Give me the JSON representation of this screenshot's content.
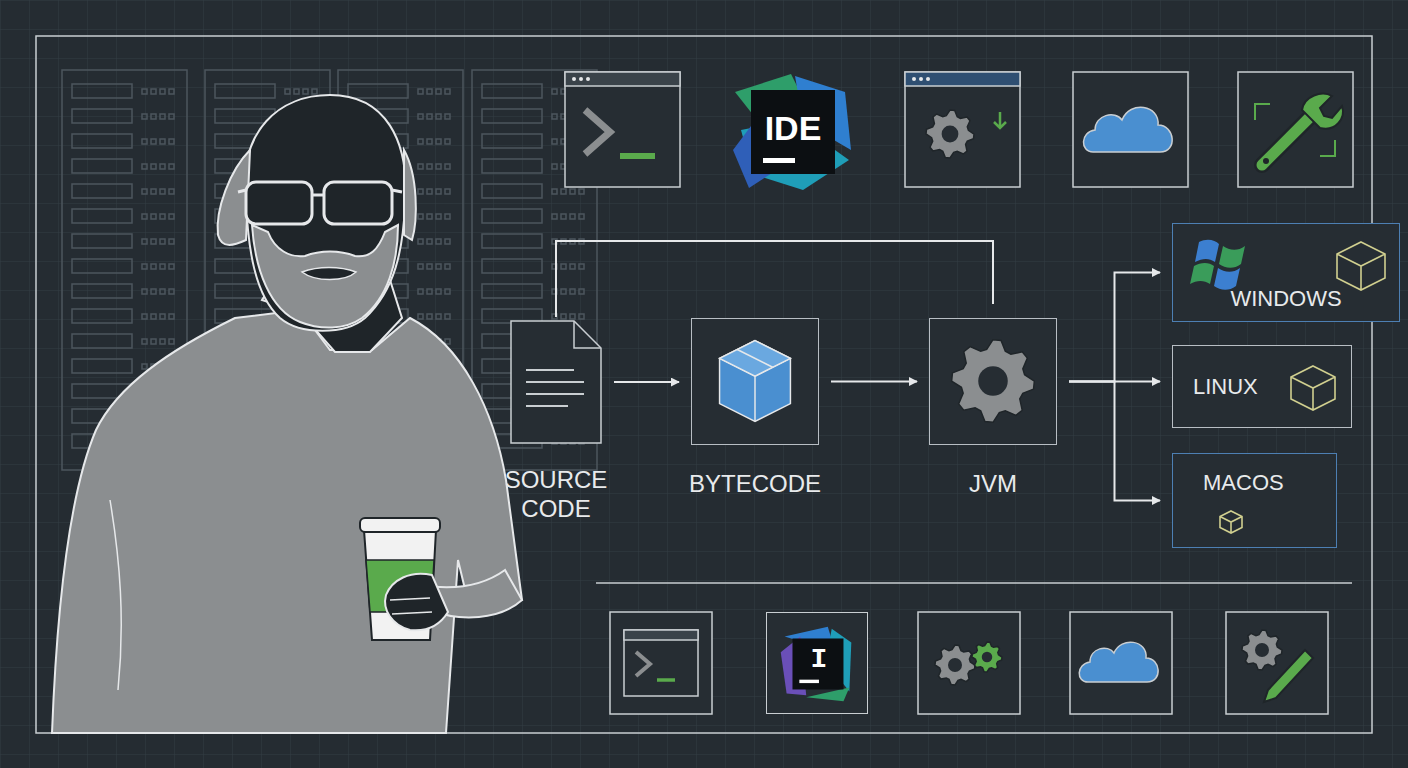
{
  "diagram": {
    "nodes": [
      {
        "text": [
          "IDE"
        ]
      },
      {
        "text": [
          "SOURCE CODE"
        ]
      },
      {
        "text": [
          "BYTECODE"
        ]
      },
      {
        "text": [
          "JVM"
        ]
      },
      {
        "text": [
          "WINDOWS"
        ]
      },
      {
        "text": [
          "LINUX"
        ]
      },
      {
        "text": [
          "MACOS"
        ]
      },
      {
        "text": [
          "I"
        ]
      }
    ],
    "edges": [
      {
        "from": 1,
        "to": 2,
        "arrow": "to"
      },
      {
        "from": 2,
        "to": 3,
        "arrow": "to"
      },
      {
        "from": 1,
        "to": 3,
        "arrow": "none"
      },
      {
        "from": 3,
        "to": 4,
        "arrow": "to"
      },
      {
        "from": 3,
        "to": 5,
        "arrow": "to"
      },
      {
        "from": 3,
        "to": 6,
        "arrow": "to"
      }
    ]
  }
}
